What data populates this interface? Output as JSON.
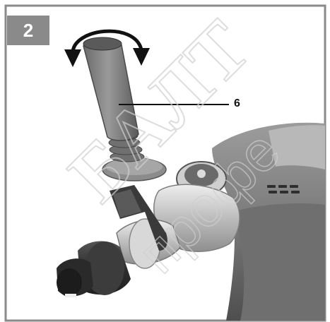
{
  "figure": {
    "number": "2",
    "callout": "6"
  },
  "watermark": {
    "text_primary": "БАЛТ",
    "text_secondary": "профе"
  },
  "colors": {
    "frame": "#8a8a8a",
    "badge_bg": "#8a8a8a",
    "badge_text": "#ffffff",
    "watermark": "#cfcfcf"
  },
  "icons": {
    "rotation_arrow": "curved-double-arrow-icon",
    "drill": "rotary-hammer-drill-icon"
  }
}
